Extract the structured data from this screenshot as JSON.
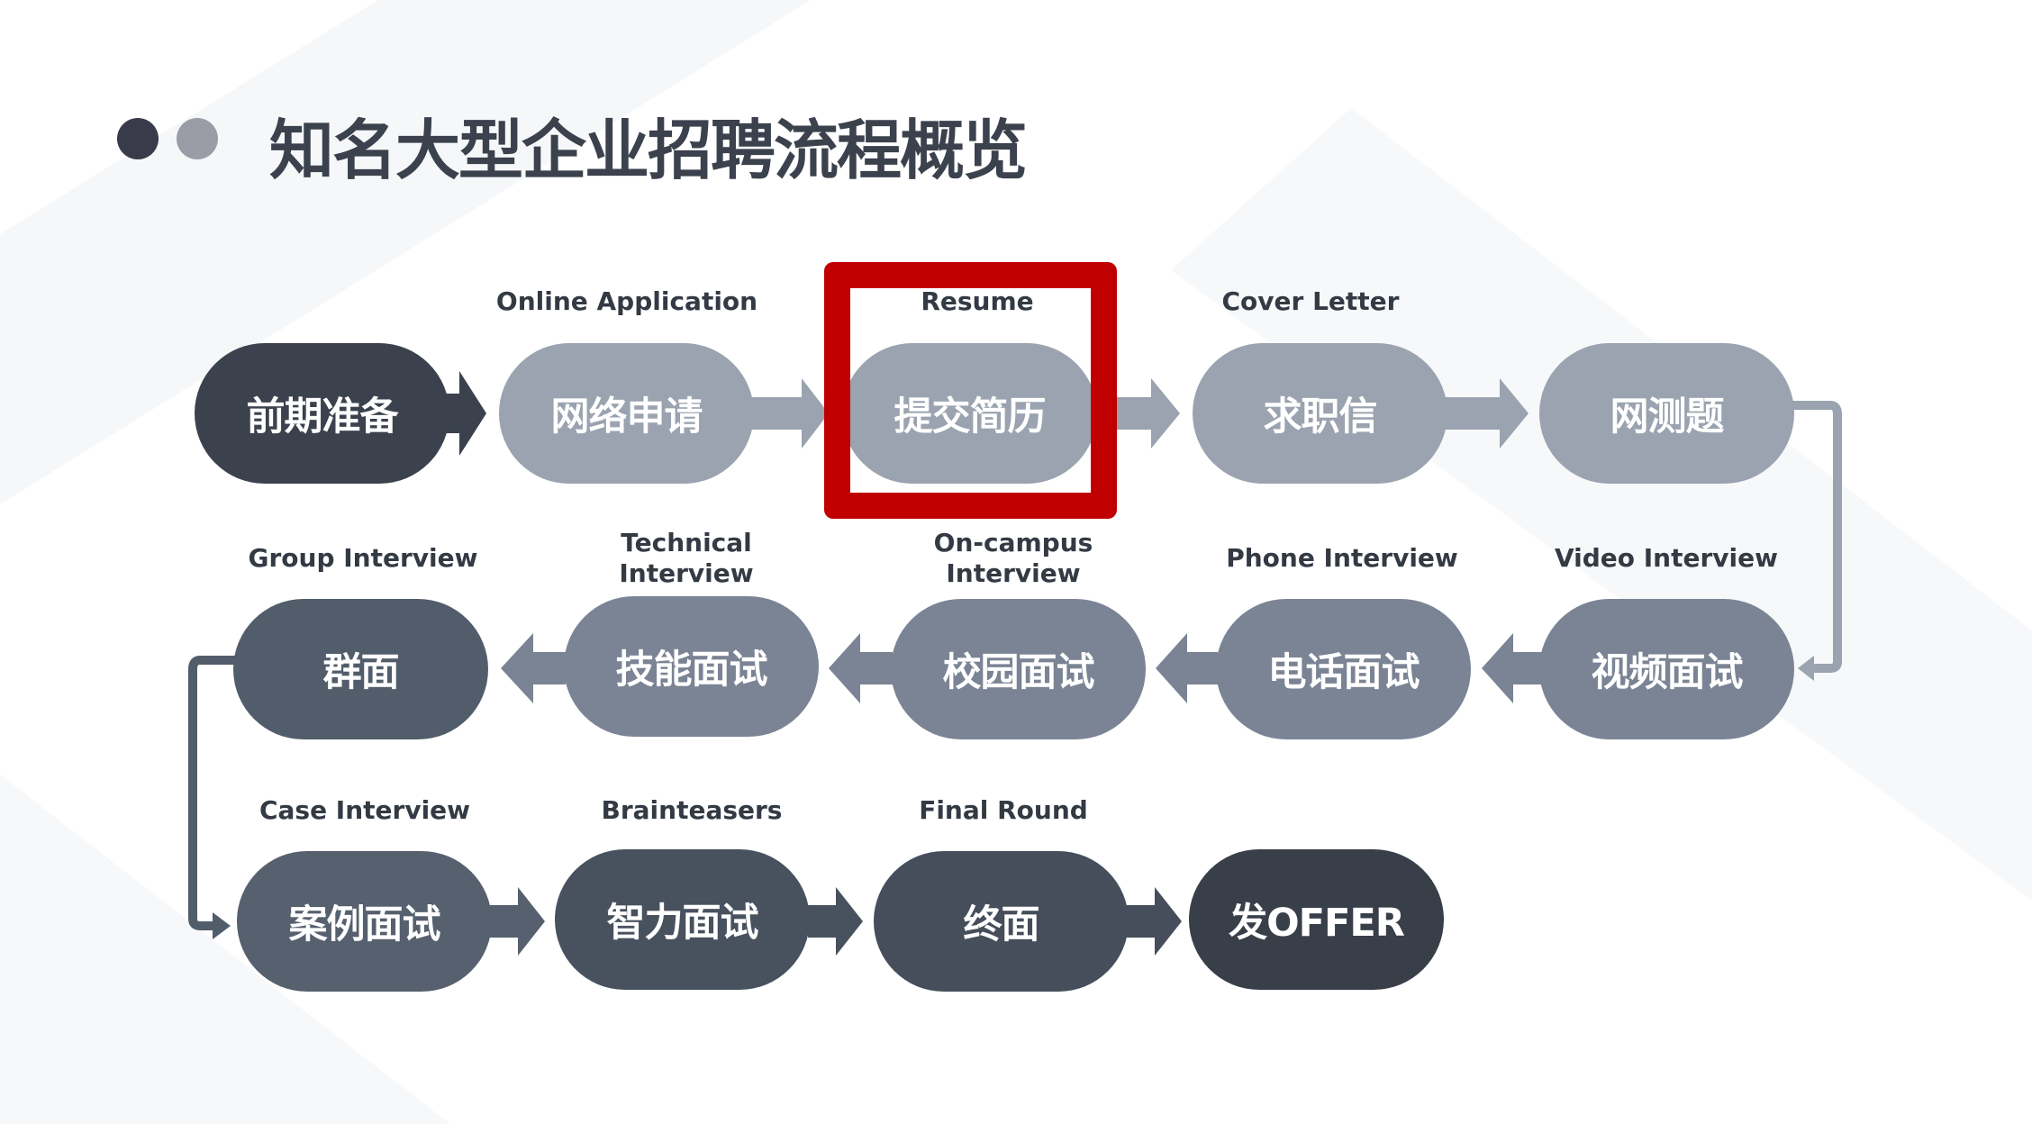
{
  "title": "知名大型企业招聘流程概览",
  "colors": {
    "dark": "#3b424d",
    "light": "#9aa3af",
    "mid": "#7b8494",
    "highlight": "#c00000"
  },
  "steps": [
    {
      "cn": "前期准备",
      "en": ""
    },
    {
      "cn": "网络申请",
      "en": "Online Application"
    },
    {
      "cn": "提交简历",
      "en": "Resume"
    },
    {
      "cn": "求职信",
      "en": "Cover Letter"
    },
    {
      "cn": "网测题",
      "en": ""
    },
    {
      "cn": "视频面试",
      "en": "Video Interview"
    },
    {
      "cn": "电话面试",
      "en": "Phone Interview"
    },
    {
      "cn": "校园面试",
      "en": "On-campus Interview"
    },
    {
      "cn": "技能面试",
      "en": "Technical Interview"
    },
    {
      "cn": "群面",
      "en": "Group Interview"
    },
    {
      "cn": "案例面试",
      "en": "Case Interview"
    },
    {
      "cn": "智力面试",
      "en": "Brainteasers"
    },
    {
      "cn": "终面",
      "en": "Final Round"
    },
    {
      "cn": "发OFFER",
      "en": ""
    }
  ]
}
